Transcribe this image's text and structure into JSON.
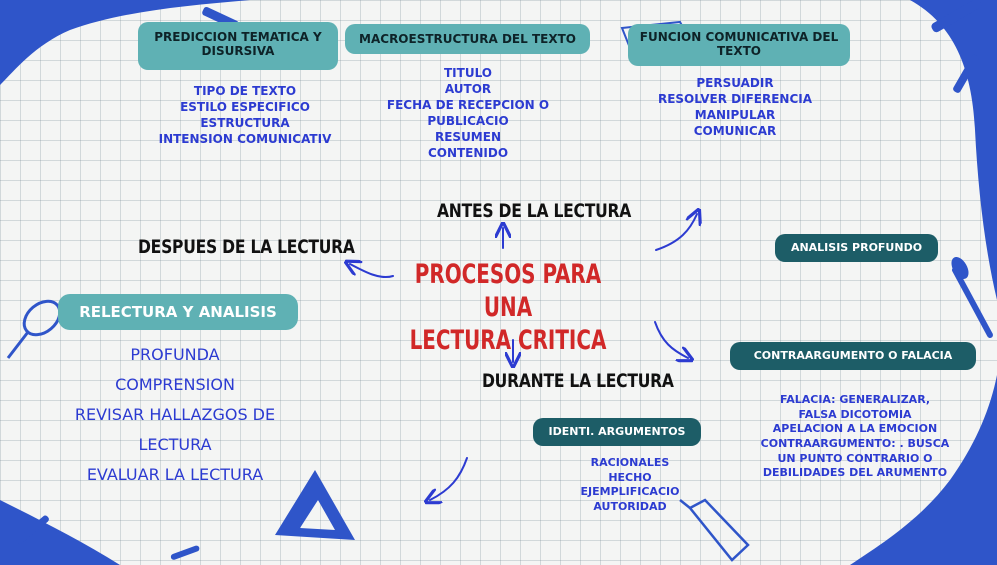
{
  "colors": {
    "accent_blue": "#2c3bd1",
    "teal": "#5fb1b4",
    "dark_teal": "#1d5d67",
    "title_red": "#d12828",
    "shape_blue": "#2f55c9"
  },
  "center": {
    "line1": "PROCESOS PARA UNA",
    "line2": "LECTURA CRITICA"
  },
  "headings": {
    "antes": "ANTES DE LA LECTURA",
    "despues": "DESPUES DE LA LECTURA",
    "durante": "DURANTE LA LECTURA"
  },
  "prediccion": {
    "title_line1": "PREDICCION TEMATICA Y",
    "title_line2": "DISURSIVA",
    "items": [
      "TIPO DE TEXTO",
      "ESTILO ESPECIFICO",
      "ESTRUCTURA",
      "INTENSION COMUNICATIV"
    ]
  },
  "macroestructura": {
    "title": "MACROESTRUCTURA DEL TEXTO",
    "items": [
      "TITULO",
      "AUTOR",
      "FECHA DE RECEPCION O",
      "PUBLICACIO",
      "RESUMEN",
      "CONTENIDO"
    ]
  },
  "funcion": {
    "title_line1": "FUNCION COMUNICATIVA DEL",
    "title_line2": "TEXTO",
    "items": [
      "PERSUADIR",
      "RESOLVER DIFERENCIA",
      "MANIPULAR",
      "COMUNICAR"
    ]
  },
  "relectura": {
    "title": "RELECTURA Y ANALISIS",
    "items": [
      "PROFUNDA",
      "COMPRENSION",
      "REVISAR HALLAZGOS DE",
      "LECTURA",
      "EVALUAR LA LECTURA"
    ]
  },
  "analisis": {
    "title": "ANALISIS PROFUNDO"
  },
  "contraargumento": {
    "title": "CONTRAARGUMENTO O FALACIA",
    "items": [
      "FALACIA:  GENERALIZAR,",
      "FALSA DICOTOMIA",
      "APELACION A LA EMOCION",
      "CONTRAARGUMENTO: . BUSCA",
      "UN PUNTO CONTRARIO O",
      "DEBILIDADES DEL ARUMENTO"
    ]
  },
  "identi": {
    "title": "IDENTI. ARGUMENTOS",
    "items": [
      "RACIONALES",
      "HECHO",
      "EJEMPLIFICACIO",
      "AUTORIDAD"
    ]
  }
}
